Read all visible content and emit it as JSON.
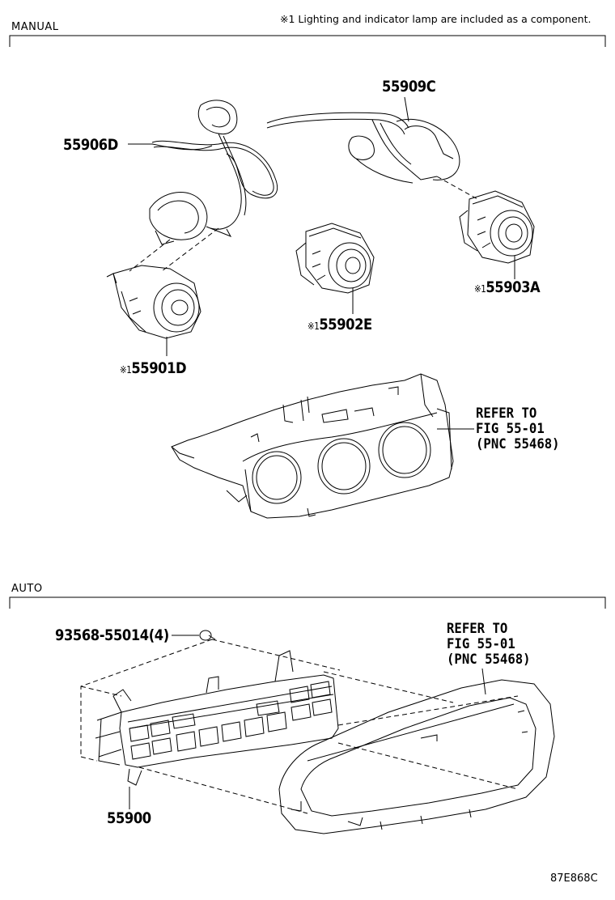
{
  "sections": {
    "manual_label": "MANUAL",
    "auto_label": "AUTO"
  },
  "footnote": "※1 Lighting and indicator lamp are included as a component.",
  "manual_parts": {
    "p55909c": "55909C",
    "p55906d": "55906D",
    "p55903a_mark": "※1",
    "p55903a": "55903A",
    "p55902e_mark": "※1",
    "p55902e": "55902E",
    "p55901d_mark": "※1",
    "p55901d": "55901D"
  },
  "manual_refer": "REFER TO\nFIG 55-01\n(PNC 55468)",
  "auto_parts": {
    "screw": "93568-55014(4)",
    "p55900": "55900"
  },
  "auto_refer": "REFER TO\nFIG 55-01\n(PNC 55468)",
  "figure_code": "87E868C"
}
